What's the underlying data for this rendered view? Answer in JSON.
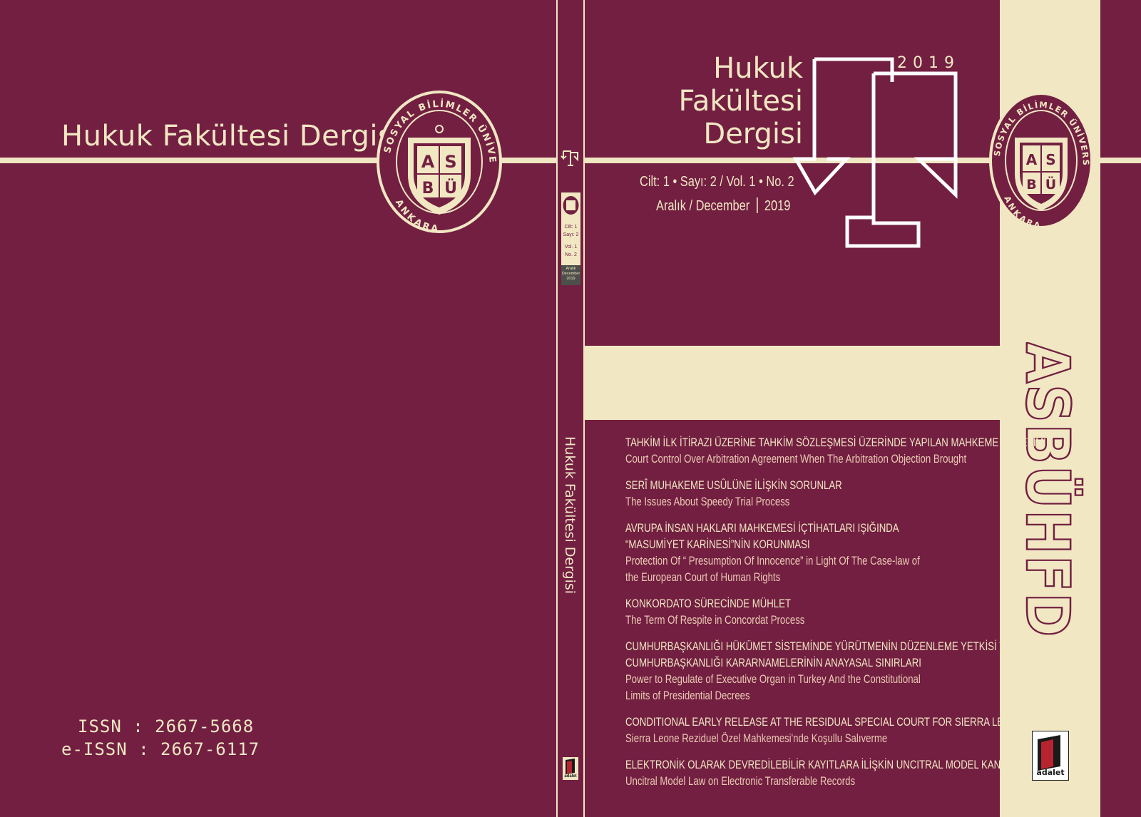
{
  "back": {
    "title": "Hukuk Fakültesi Dergisi",
    "issn": "ISSN : 2667-5668",
    "eissn": "e-ISSN : 2667-6117"
  },
  "seal": {
    "arc_top": "SOSYAL BİLİMLER ÜNİVERSİTESİ",
    "arc_bottom": "ANKARA",
    "letters": [
      "A",
      "S",
      "B",
      "Ü"
    ]
  },
  "spine": {
    "title": "Hukuk Fakültesi Dergisi",
    "vol_tr_1": "Cilt: 1",
    "vol_tr_2": "Sayı: 2",
    "vol_en_1": "Vol. 1",
    "vol_en_2": "No. 2",
    "date_1": "Aralık",
    "date_2": "December",
    "date_3": "2019",
    "publisher": "adalet"
  },
  "front": {
    "title_line1": "Hukuk",
    "title_line2": "Fakültesi",
    "title_line3": "Dergisi",
    "year": "2019",
    "volume": "Cilt: 1 • Sayı: 2 / Vol. 1 • No. 2",
    "date_label": "Aralık / December",
    "date_year": "2019",
    "acronym": "ASBÜHFD",
    "publisher": "adalet"
  },
  "toc": [
    {
      "tr": [
        "TAHKİM İLK İTİRAZI ÜZERİNE TAHKİM SÖZLEŞMESİ ÜZERİNDE YAPILAN MAHKEME DENETİMİ"
      ],
      "en": [
        "Court Control Over Arbitration Agreement When The Arbitration Objection Brought"
      ]
    },
    {
      "tr": [
        "SERÎ MUHAKEME USÛLÜNE İLİŞKİN SORUNLAR"
      ],
      "en": [
        "The Issues About Speedy Trial Process"
      ]
    },
    {
      "tr": [
        "AVRUPA İNSAN HAKLARI MAHKEMESİ İÇTİHATLARI IŞIĞINDA",
        "“MASUMİYET KARİNESİ”NİN KORUNMASI"
      ],
      "en": [
        "Protection Of “ Presumption Of Innocence” in Light Of The Case-law of",
        "the European Court of Human Rights"
      ]
    },
    {
      "tr": [
        "KONKORDATO SÜRECİNDE MÜHLET"
      ],
      "en": [
        "The Term Of Respite in Concordat Process"
      ]
    },
    {
      "tr": [
        "CUMHURBAŞKANLIĞI HÜKÜMET SİSTEMİNDE YÜRÜTMENİN DÜZENLEME YETKİSİ VE",
        "CUMHURBAŞKANLIĞI KARARNAMELERİNİN ANAYASAL SINIRLARI"
      ],
      "en": [
        "Power to Regulate of Executive Organ in Turkey And the Constitutional",
        "Limits of Presidential Decrees"
      ]
    },
    {
      "tr": [
        "CONDITIONAL EARLY RELEASE AT THE RESIDUAL SPECIAL COURT FOR SIERRA LEONE"
      ],
      "en": [
        "Sierra Leone Reziduel Özel Mahkemesi'nde Koşullu Salıverme"
      ]
    },
    {
      "tr": [
        "ELEKTRONİK OLARAK DEVREDİLEBİLİR KAYITLARA İLİŞKİN UNCITRAL MODEL KANUNU"
      ],
      "en": [
        "Uncitral Model Law on Electronic Transferable Records"
      ]
    }
  ],
  "colors": {
    "burgundy": "#721f41",
    "cream": "#f1e7c3",
    "pink_text": "#ecc9b4",
    "spine_dark": "#4c4f4a"
  }
}
